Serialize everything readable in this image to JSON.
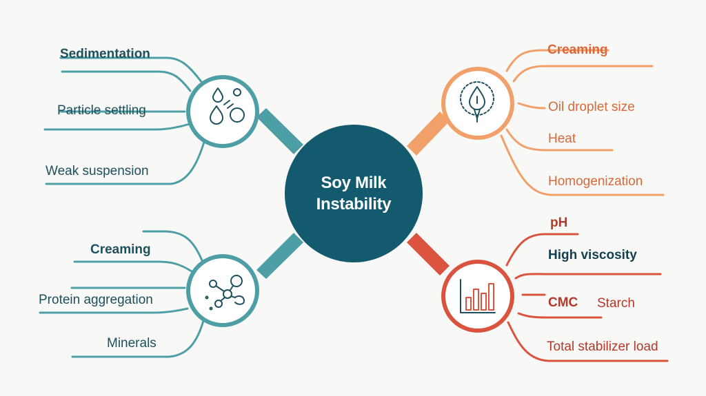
{
  "center": {
    "title_line1": "Soy Milk",
    "title_line2": "Instability"
  },
  "colors": {
    "center": "#135a6f",
    "teal": "#4e9ea5",
    "teal_dark": "#3c8b95",
    "orange": "#f2a06a",
    "orange_text": "#d9683a",
    "red": "#d9533f",
    "red_text": "#b33a2a",
    "text_dark": "#1d4f5c"
  },
  "branches": {
    "top_left": {
      "icon": "droplets-molecules-icon",
      "labels": [
        "Sedimentation",
        "Particle settling",
        "Weak suspension"
      ]
    },
    "bottom_left": {
      "icon": "molecule-network-icon",
      "labels": [
        "Creaming",
        "Protein aggregation",
        "Minerals"
      ]
    },
    "top_right": {
      "icon": "oil-drop-icon",
      "labels": [
        "Creaming",
        "Oil droplet size",
        "Heat",
        "Homogenization"
      ]
    },
    "bottom_right": {
      "icon": "bar-chart-icon",
      "labels": [
        "pH",
        "High viscosity",
        "CMC",
        "Starch",
        "Total stabilizer load"
      ]
    }
  }
}
